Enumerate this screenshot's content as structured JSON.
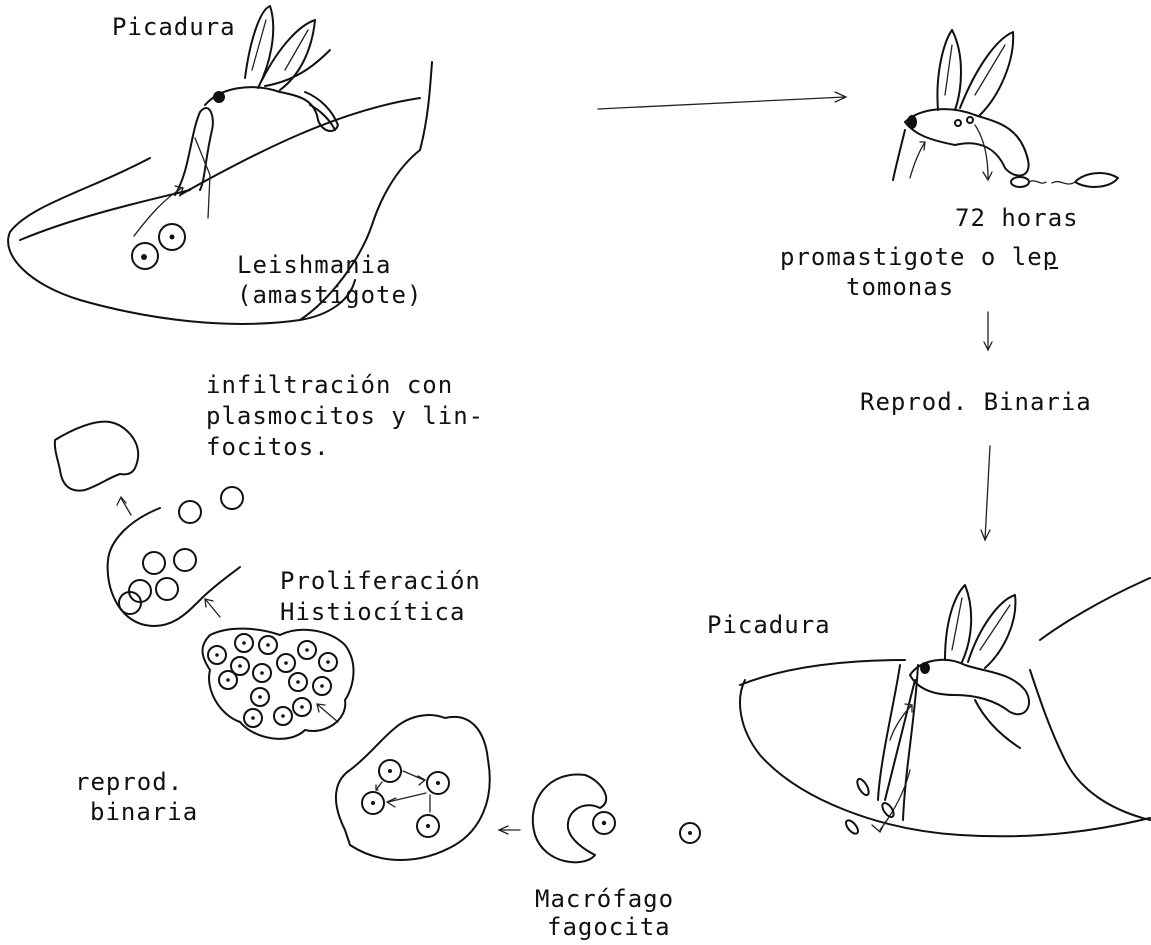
{
  "labels": {
    "picadura_top": "Picadura",
    "leishmania_1": "Leishmania",
    "leishmania_2": "(amastigote)",
    "horas": "72 horas",
    "promastigote_1a": "promastigote o le",
    "promastigote_1b": "p",
    "promastigote_2": "tomonas",
    "reprod_binaria_right": "Reprod. Binaria",
    "infiltracion_1": "infiltración con",
    "infiltracion_2": "plasmocitos y lin-",
    "infiltracion_3": "focitos.",
    "proliferacion_1": "Proliferación",
    "proliferacion_2": "Histiocítica",
    "picadura_bottom": "Picadura",
    "reprod_left_1": "reprod.",
    "reprod_left_2": "binaria",
    "macrofago_1": "Macrófago",
    "macrofago_2": "fagocita"
  },
  "icons": [
    "sandfly-icon",
    "skin-icon",
    "amastigote-icon",
    "promastigote-icon",
    "macrophage-icon",
    "arrow-icon"
  ]
}
